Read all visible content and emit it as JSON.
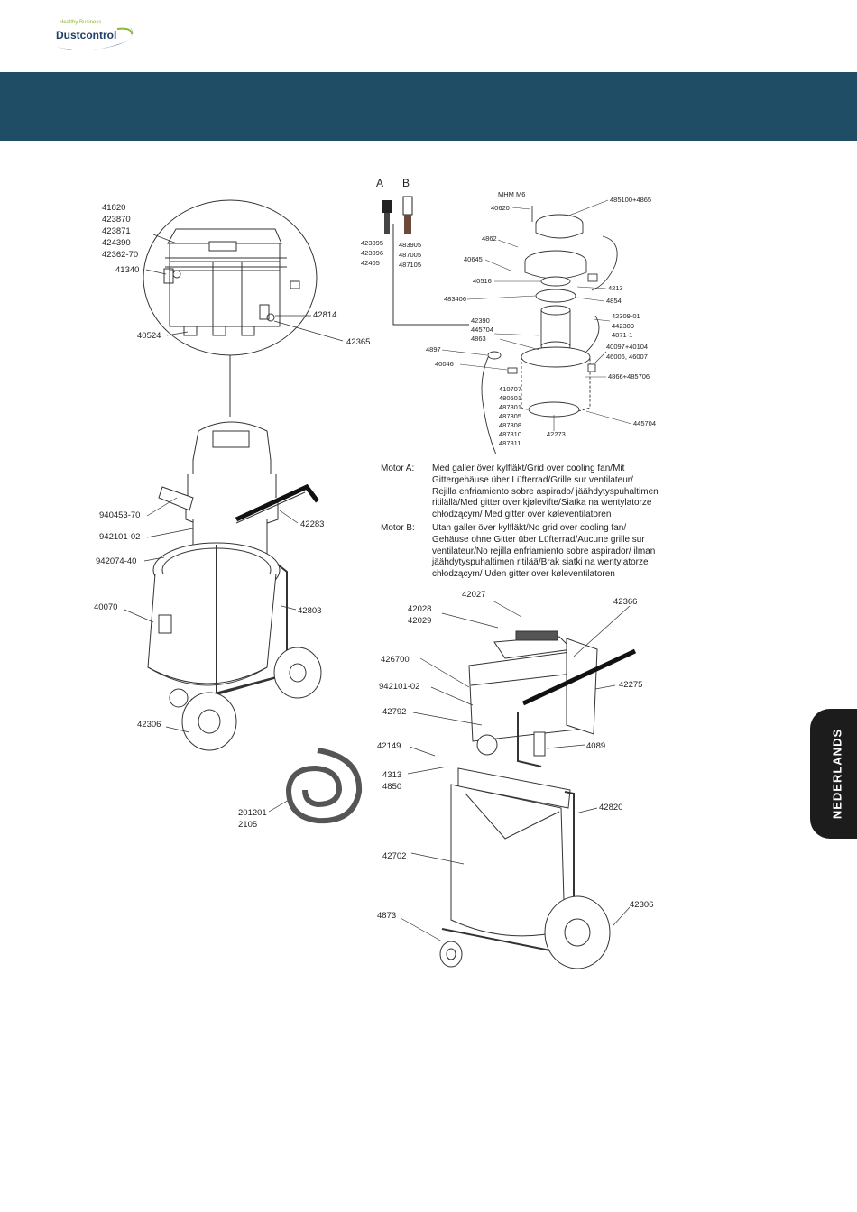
{
  "header": {
    "logo_tagline": "Healthy Business",
    "logo_name": "Dustcontrol",
    "banner_color": "#1f4d66"
  },
  "side_tab": {
    "label": "NEDERLANDS",
    "color": "#1c1c1c"
  },
  "top_left_labels": {
    "stack": [
      "41820",
      "423870",
      "423871",
      "424390",
      "42362-70"
    ],
    "l41340": "41340",
    "l40524": "40524",
    "l42814": "42814",
    "l42365": "42365"
  },
  "left_machine_labels": {
    "l940453": "940453-70",
    "l942101": "942101-02",
    "l942074": "942074-40",
    "l40070": "40070",
    "l42283": "42283",
    "l42803": "42803",
    "l42306": "42306",
    "hose1": "201201",
    "hose2": "2105"
  },
  "motor_variants": {
    "a": "A",
    "b": "B",
    "a_codes": [
      "423095",
      "423096",
      "42405"
    ],
    "b_codes": [
      "483905",
      "487005",
      "487105"
    ]
  },
  "exploded_labels": {
    "mhm": "MHM M6",
    "l40620": "40620",
    "l485100": "485100+4865",
    "l4862": "4862",
    "l40645": "40645",
    "l40516": "40516",
    "l483406": "483406",
    "l4213": "4213",
    "l4854": "4854",
    "l42390": "42390",
    "l445704a": "445704",
    "l4863": "4863",
    "l42309": "42309-01",
    "l442309": "442309",
    "l4871": "4871-1",
    "l4897": "4897",
    "l40046": "40046",
    "l40097": "40097+40104",
    "l46006": "46006, 46007",
    "l4866": "4866+485706",
    "list": [
      "410707",
      "480501",
      "487801",
      "487805",
      "487808",
      "487810",
      "487811"
    ],
    "l42273": "42273",
    "l445704b": "445704"
  },
  "motor_text": {
    "a_key": "Motor A:",
    "a_lines": [
      "Med galler över kylfläkt/Grid over cooling fan/Mit",
      "Gittergehäuse über Lüfterrad/Grille sur ventilateur/",
      "Rejilla enfriamiento sobre aspirado/ jäähdytyspuhaltimen",
      "ritilällä/Med gitter over kjølevifte/Siatka na wentylatorze",
      "chłodzącym/ Med gitter over køleventilatoren"
    ],
    "b_key": "Motor B:",
    "b_lines": [
      "Utan galler över kylfläkt/No grid over cooling fan/",
      "Gehäuse ohne Gitter über Lüfterrad/Aucune grille sur",
      "ventilateur/No rejilla enfriamiento sobre aspirador/ ilman",
      "jäähdytyspuhaltimen ritilää/Brak siatki na wentylatorze",
      "chłodzącym/ Uden gitter over køleventilatoren"
    ]
  },
  "right_machine_labels": {
    "l42027": "42027",
    "l42028": "42028",
    "l42029": "42029",
    "l42366": "42366",
    "l426700": "426700",
    "l942101": "942101-02",
    "l42275": "42275",
    "l42792": "42792",
    "l42149": "42149",
    "l4089": "4089",
    "l4313": "4313",
    "l4850": "4850",
    "l42820": "42820",
    "l42702": "42702",
    "l42306": "42306",
    "l4873": "4873"
  }
}
